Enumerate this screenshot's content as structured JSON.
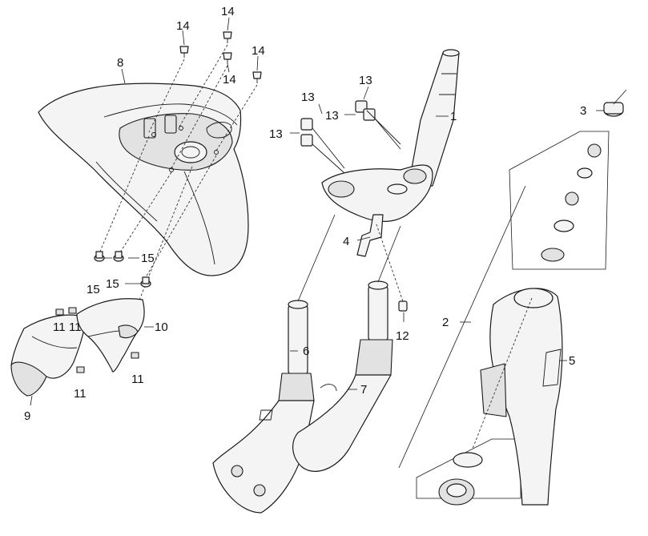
{
  "callouts": [
    {
      "id": "c1",
      "text": "1"
    },
    {
      "id": "c2",
      "text": "2"
    },
    {
      "id": "c3",
      "text": "3"
    },
    {
      "id": "c4",
      "text": "4"
    },
    {
      "id": "c5",
      "text": "5"
    },
    {
      "id": "c6",
      "text": "6"
    },
    {
      "id": "c7",
      "text": "7"
    },
    {
      "id": "c8",
      "text": "8"
    },
    {
      "id": "c9",
      "text": "9"
    },
    {
      "id": "c10",
      "text": "10"
    },
    {
      "id": "c11a",
      "text": "11"
    },
    {
      "id": "c11b",
      "text": "11"
    },
    {
      "id": "c11c",
      "text": "11"
    },
    {
      "id": "c11d",
      "text": "11"
    },
    {
      "id": "c12",
      "text": "12"
    },
    {
      "id": "c13a",
      "text": "13"
    },
    {
      "id": "c13b",
      "text": "13"
    },
    {
      "id": "c13c",
      "text": "13"
    },
    {
      "id": "c13d",
      "text": "13"
    },
    {
      "id": "c14a",
      "text": "14"
    },
    {
      "id": "c14b",
      "text": "14"
    },
    {
      "id": "c14c",
      "text": "14"
    },
    {
      "id": "c14d",
      "text": "14"
    },
    {
      "id": "c15a",
      "text": "15"
    },
    {
      "id": "c15b",
      "text": "15"
    },
    {
      "id": "c15c",
      "text": "15"
    }
  ]
}
